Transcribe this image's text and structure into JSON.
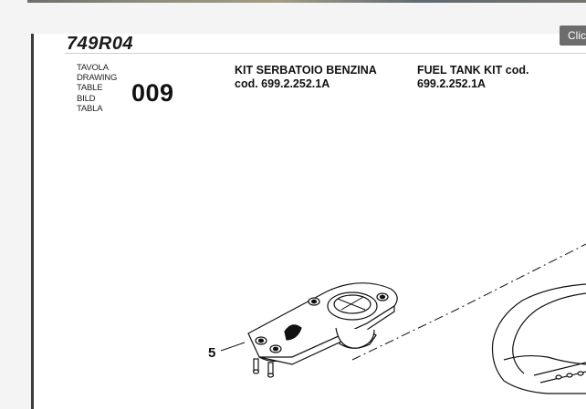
{
  "viewer": {
    "click_button_label": "Click"
  },
  "document": {
    "model_code": "749R04",
    "table_labels": [
      "TAVOLA",
      "DRAWING",
      "TABLE",
      "BILD",
      "TABLA"
    ],
    "table_number": "009",
    "title_it": {
      "line1": "KIT SERBATOIO BENZINA",
      "line2": "cod. 699.2.252.1A"
    },
    "title_en": {
      "line1": "FUEL TANK KIT cod.",
      "line2": "699.2.252.1A"
    },
    "callouts": [
      "5"
    ]
  }
}
